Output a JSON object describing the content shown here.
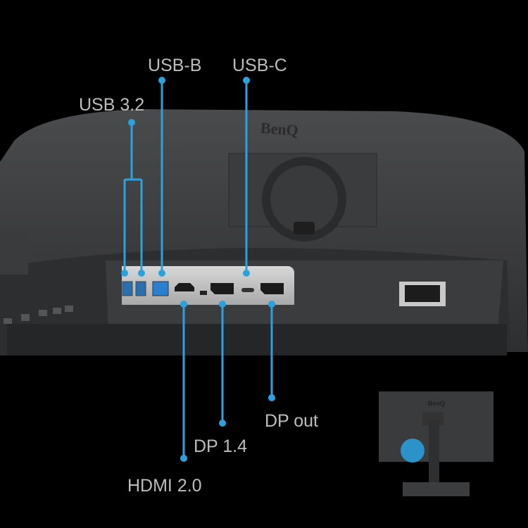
{
  "brand": "BenQ",
  "accent_color": "#29a3e0",
  "ports": {
    "usb32": "USB 3.2",
    "usbb": "USB-B",
    "usbc": "USB-C",
    "hdmi": "HDMI 2.0",
    "dp14": "DP 1.4",
    "dpout": "DP out"
  }
}
